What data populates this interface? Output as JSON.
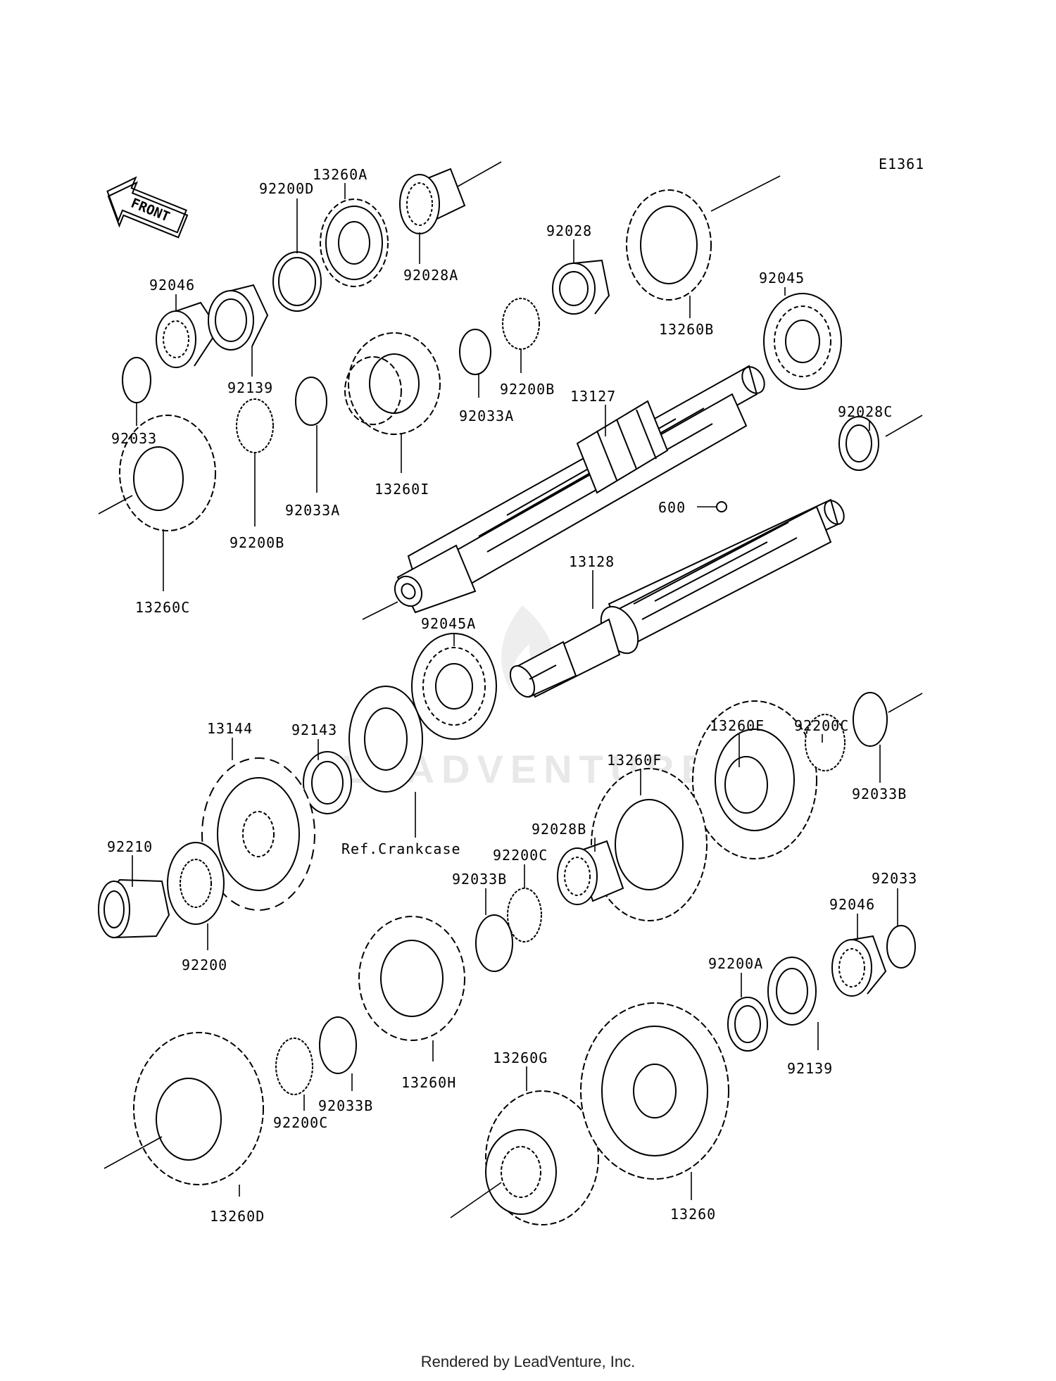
{
  "diagram_code": "E1361",
  "front_label": "FRONT",
  "ref_note": "Ref.Crankcase",
  "footer": "Rendered by LeadVenture, Inc.",
  "watermark": "LEADVENTURE",
  "callouts": {
    "p13260A": "13260A",
    "p92028A": "92028A",
    "p92200D": "92200D",
    "p92046_top": "92046",
    "p92139_top": "92139",
    "p92033_top": "92033",
    "p92028": "92028",
    "p13260B": "13260B",
    "p92045": "92045",
    "p92033A_r": "92033A",
    "p92200B_r": "92200B",
    "p13127": "13127",
    "p13260I": "13260I",
    "p92033A_l": "92033A",
    "p92200B_l": "92200B",
    "p13260C": "13260C",
    "p92028C": "92028C",
    "p600": "600",
    "p13128": "13128",
    "p92045A": "92045A",
    "p13144": "13144",
    "p92143": "92143",
    "p92210": "92210",
    "p92200": "92200",
    "p13260E": "13260E",
    "p92200C_top": "92200C",
    "p92033B_r": "92033B",
    "p13260F": "13260F",
    "p92028B": "92028B",
    "p92200C_mid": "92200C",
    "p92033B_mid": "92033B",
    "p92033_r": "92033",
    "p92046_r": "92046",
    "p92200A": "92200A",
    "p92139_r": "92139",
    "p13260H": "13260H",
    "p13260G": "13260G",
    "p92033B_low": "92033B",
    "p92200C_low": "92200C",
    "p13260D": "13260D",
    "p13260": "13260"
  }
}
